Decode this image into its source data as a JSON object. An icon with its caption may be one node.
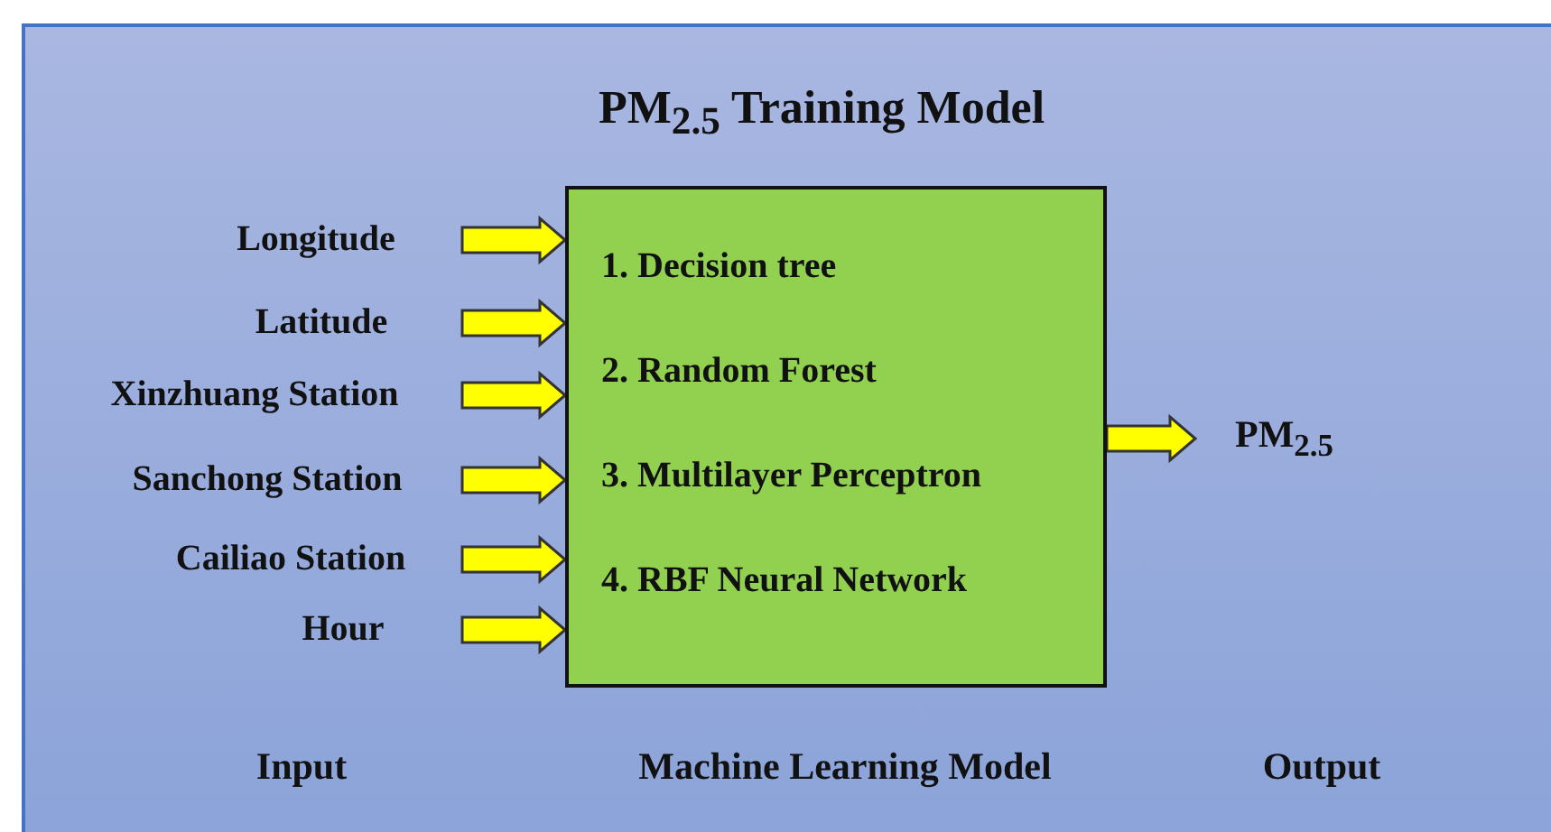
{
  "diagram": {
    "title": "PM$_{2.5}$ Training Model",
    "nodes": [
      {
        "text": [
          "Longitude"
        ]
      },
      {
        "text": [
          "Latitude"
        ]
      },
      {
        "text": [
          "Xinzhuang Station"
        ]
      },
      {
        "text": [
          "Sanchong Station"
        ]
      },
      {
        "text": [
          "Cailiao Station"
        ]
      },
      {
        "text": [
          "Hour"
        ]
      },
      {
        "text": [
          "1. Decision tree",
          "2. Random Forest",
          "3. Multilayer Perceptron",
          "4. RBF Neural Network"
        ]
      },
      {
        "text": [
          "PM$_{2.5}$"
        ]
      }
    ],
    "edges": [
      {
        "from": 0,
        "to": 6,
        "arrow": "to"
      },
      {
        "from": 1,
        "to": 6,
        "arrow": "to"
      },
      {
        "from": 2,
        "to": 6,
        "arrow": "to"
      },
      {
        "from": 3,
        "to": 6,
        "arrow": "to"
      },
      {
        "from": 4,
        "to": 6,
        "arrow": "to"
      },
      {
        "from": 5,
        "to": 6,
        "arrow": "to"
      },
      {
        "from": 6,
        "to": 7,
        "arrow": "to"
      }
    ],
    "labels": [
      "Input",
      "Machine Learning Model",
      "Output"
    ]
  }
}
